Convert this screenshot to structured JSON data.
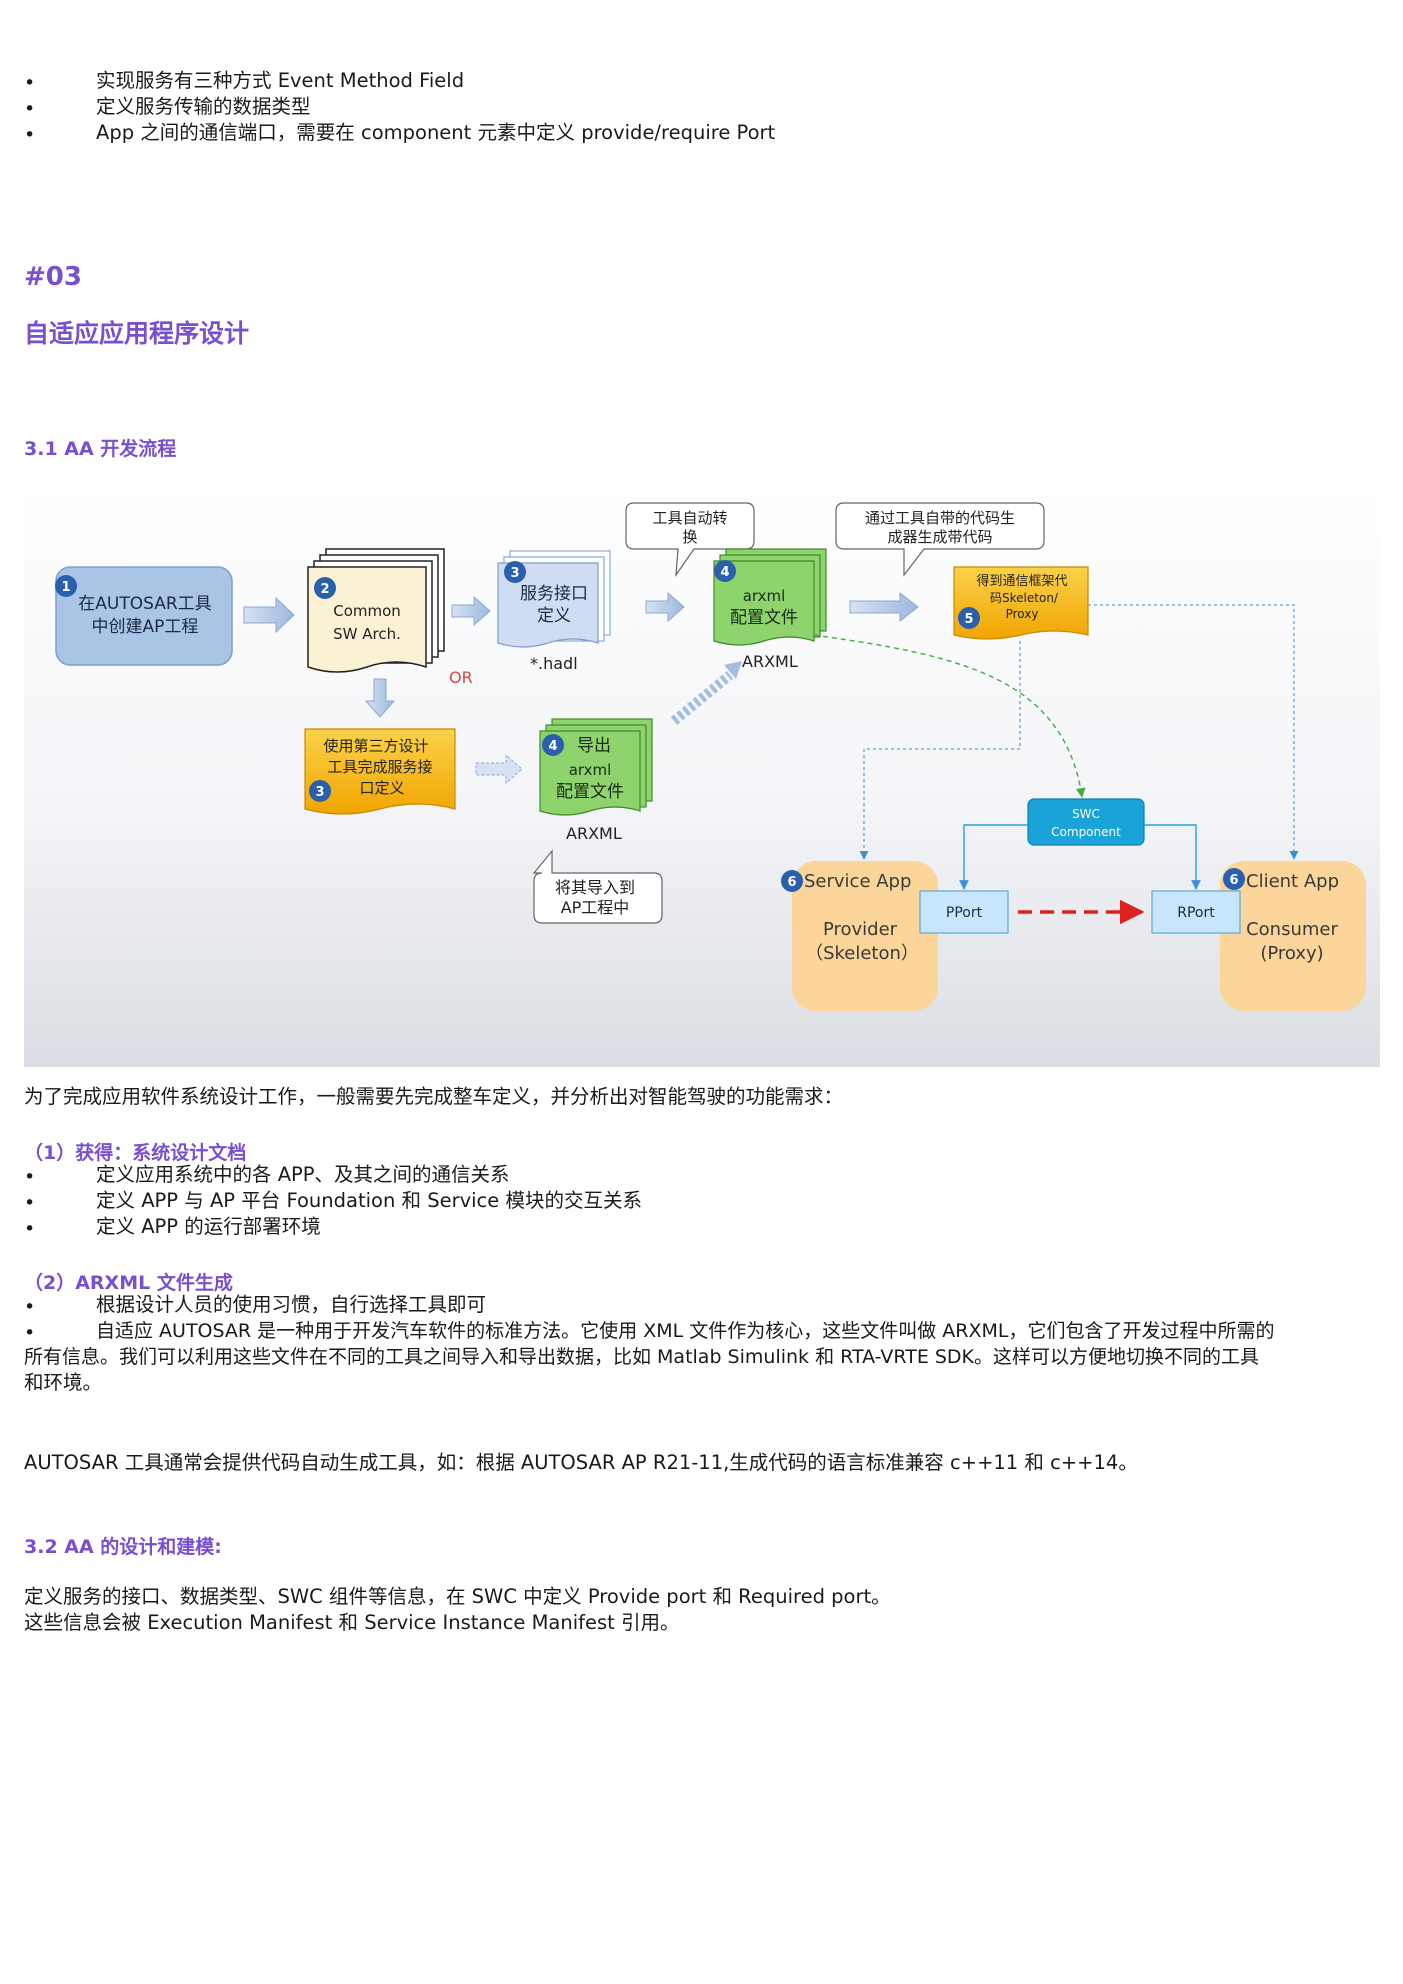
{
  "top_bullets": [
    "实现服务有三种方式 Event Method Field",
    "定义服务传输的数据类型",
    "App 之间的通信端口，需要在 component 元素中定义 provide/require Port"
  ],
  "section": {
    "number": "#03",
    "title": "自适应应用程序设计"
  },
  "sub31": "3.1 AA 开发流程",
  "diagram": {
    "step1": [
      "在AUTOSAR工具",
      "中创建AP工程"
    ],
    "step2": [
      "Common",
      "SW Arch."
    ],
    "or_label": "OR",
    "step3a": [
      "服务接口",
      "定义"
    ],
    "hadl": "*.hadl",
    "callout_tool": [
      "工具自动转",
      "换"
    ],
    "step4a_file": [
      "arxml",
      "配置文件"
    ],
    "arxml_a": "ARXML",
    "callout_gen": [
      "通过工具自带的代码生",
      "成器生成带代码"
    ],
    "step5": [
      "得到通信框架代",
      "码Skeleton/",
      "Proxy"
    ],
    "step3b": [
      "使用第三方设计",
      "工具完成服务接",
      "口定义"
    ],
    "step4b_file": [
      "导出",
      "arxml",
      "配置文件"
    ],
    "arxml_b": "ARXML",
    "callout_import": [
      "将其导入到",
      "AP工程中"
    ],
    "swc": [
      "SWC",
      "Component"
    ],
    "service_app": [
      "Service App",
      "Provider",
      "（Skeleton）"
    ],
    "client_app": [
      "Client App",
      "Consumer",
      "(Proxy)"
    ],
    "pport": "PPort",
    "rport": "RPort",
    "nums": [
      "1",
      "2",
      "3",
      "4",
      "5",
      "3",
      "4",
      "6",
      "6"
    ]
  },
  "intro": "为了完成应用软件系统设计工作，一般需要先完成整车定义，并分析出对智能驾驶的功能需求：",
  "part1": {
    "heading": "（1）获得：系统设计文档",
    "bullets": [
      "定义应用系统中的各 APP、及其之间的通信关系",
      "定义 APP 与 AP 平台 Foundation 和 Service 模块的交互关系",
      "定义 APP 的运行部署环境"
    ]
  },
  "part2": {
    "heading": "（2）ARXML 文件生成",
    "bullet1": "根据设计人员的使用习惯，自行选择工具即可",
    "bullet2_line1": "自适应 AUTOSAR 是一种用于开发汽车软件的标准方法。它使用 XML 文件作为核心，这些文件叫做 ARXML，它们包含了开发过程中所需的",
    "bullet2_line2": "所有信息。我们可以利用这些文件在不同的工具之间导入和导出数据，比如 Matlab Simulink 和 RTA-VRTE SDK。这样可以方便地切换不同的工具",
    "bullet2_line3": "和环境。"
  },
  "codegen": "AUTOSAR 工具通常会提供代码自动生成工具，如：根据 AUTOSAR AP R21-11,生成代码的语言标准兼容 c++11 和 c++14。",
  "sub32": "3.2 AA 的设计和建模:",
  "design_lines": [
    "定义服务的接口、数据类型、SWC 组件等信息，在 SWC 中定义 Provide port 和 Required port。",
    "这些信息会被 Execution Manifest 和 Service Instance Manifest 引用。"
  ],
  "bullet_char": "•",
  "colors": {
    "accent": "#7a4fcf",
    "blue_box": "#a9c4e4",
    "orange": "#f5b800",
    "green": "#8ed36b",
    "peach": "#fcd59a"
  }
}
